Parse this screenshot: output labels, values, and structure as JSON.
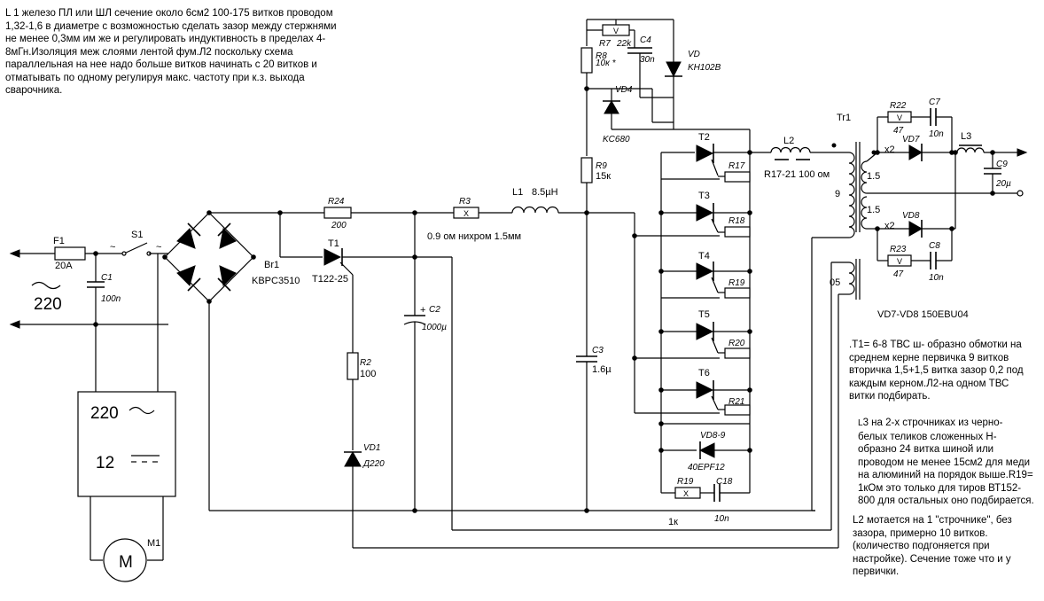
{
  "notes": {
    "l1": "L 1 железо ПЛ или ШЛ сечение около 6см2 100-175 витков проводом\n1,32-1,6 в диаметре с возможностью сделать зазор между стержнями\nне менее 0,3мм им же и регулировать индуктивность в пределах 4-\n8мГн.Изоляция меж слоями лентой фум.Л2 поскольку схема\nпараллельная на нее надо больше витков начинать с 20 витков и\nотматывать по одному регулируя макс. частоту при к.з. выхода\nсварочника.",
    "t1": ".T1= 6-8 ТВС ш- образно обмотки на\nсреднем керне первичка 9 витков\nвторичка 1,5+1,5 витка зазор 0,2 под\nкаждым керном.Л2-на одном ТВС\nвитки подбирать.",
    "l3_prefix": "L",
    "l3": "3 на 2-х строчниках из черно-\nбелых теликов  сложенных Н-\nобразно 24 витка шиной или\nпроводом не менее 15см2 для меди\nна алюминий на порядок выше.R19=\n1кОм это только для тиров ВТ152-\n800 для остальных оно подбирается.",
    "l2": "L2 мотается на 1 \"строчнике\",  без\nзазора,  примерно 10 витков.\n(количество подгоняется при\nнастройке). Сечение тоже что и у\nпервички."
  },
  "labels": {
    "f1": "F1",
    "f1_val": "20A",
    "s1": "S1",
    "c1": "C1",
    "c1_val": "100n",
    "mains": "220",
    "br1": "Br1",
    "br1_val": "KBPC3510",
    "r24": "R24",
    "r24_val": "200",
    "t1": "T1",
    "t1_val": "T122-25",
    "r2": "R2",
    "r2_val": "100",
    "vd1": "VD1",
    "vd1_val": "Д220",
    "c2": "C2",
    "c2_plus": "+",
    "c2_val": "1000µ",
    "r3": "R3",
    "r3_note": "0.9 ом нихром 1.5мм",
    "l1": "L1",
    "l1_val": "8.5µH",
    "r7": "R7",
    "r7_val": "22k",
    "r8": "R8",
    "r8_val": "10к *",
    "c4": "C4",
    "c4_val": "30n",
    "vd": "VD",
    "vd_val": "KH102B",
    "vd4": "VD4",
    "vd4_val": "KC680",
    "r9": "R9",
    "r9_val": "15к",
    "c3": "C3",
    "c3_val": "1.6µ",
    "t2": "T2",
    "t3": "T3",
    "t4": "T4",
    "t5": "T5",
    "t6": "T6",
    "r17": "R17",
    "r18": "R18",
    "r19a": "R19",
    "r20": "R20",
    "r21": "R21",
    "vd89": "VD8-9",
    "vd89_val": "40EPF12",
    "r19b": "R19",
    "c18": "C18",
    "r19b_val": "1к",
    "c18_val": "10n",
    "l2": "L2",
    "l2_note": "R17-21 100 ом",
    "tr1": "Tr1",
    "tr1_prim": "9",
    "tr1_s1": "1.5",
    "tr1_s2": "1.5",
    "tr1_aux": "05",
    "r22": "R22",
    "r22_val": "47",
    "c7": "C7",
    "c7_val": "10n",
    "vd7": "VD7",
    "x2a": "x2",
    "vd8": "VD8",
    "x2b": "x2",
    "r23": "R23",
    "r23_val": "47",
    "c8": "C8",
    "c8_val": "10n",
    "l3": "L3",
    "c9": "C9",
    "c9_val": "20µ",
    "diodes_note": "VD7-VD8 150EBU04",
    "psu_220": "220",
    "psu_12": "12",
    "m1": "M1",
    "motor_m": "M",
    "pot_v": "V",
    "res_x": "X"
  }
}
